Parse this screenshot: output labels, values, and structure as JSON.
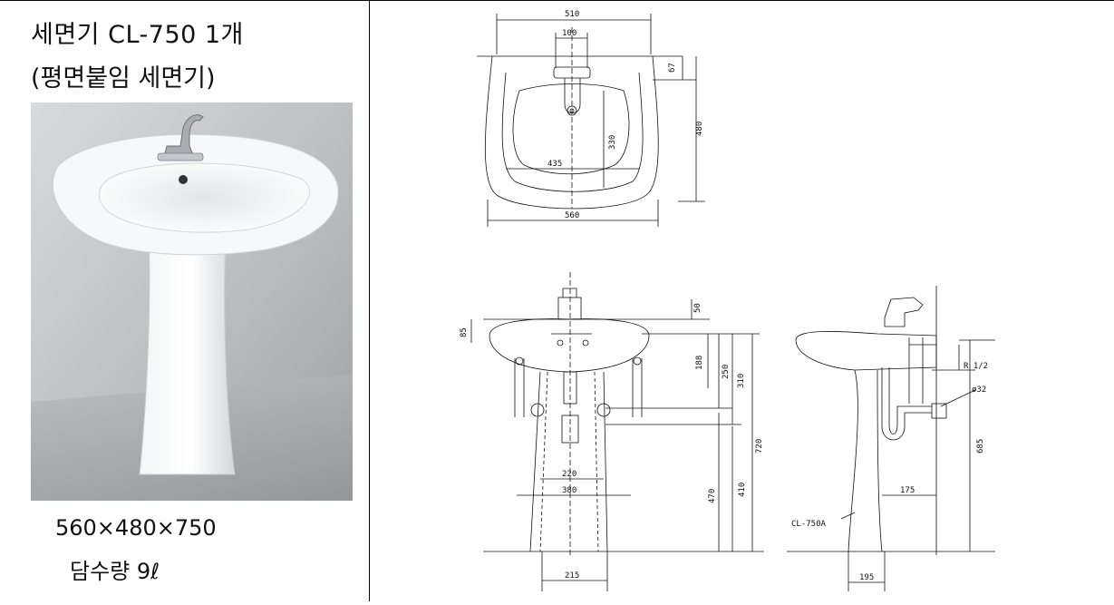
{
  "product": {
    "title_line1": "세면기 CL-750 1개",
    "title_line2": "(평면붙임 세면기)",
    "dimensions": "560×480×750",
    "water_capacity": "담수량 9ℓ"
  },
  "drawing": {
    "top_view": {
      "overall_width": "510",
      "tap_spacing": "100",
      "back_depth": "67",
      "overall_depth": "480",
      "basin_depth": "330",
      "basin_width": "435",
      "outer_width": "560"
    },
    "front_view": {
      "tap_height": "50",
      "rim_height": "85",
      "dim_188": "188",
      "dim_250": "250",
      "dim_310": "310",
      "dim_720": "720",
      "dim_470": "470",
      "dim_410": "410",
      "pedestal_inner": "220",
      "pedestal_outer": "380",
      "base_width": "215"
    },
    "side_view": {
      "supply_thread": "R 1/2",
      "drain_diameter": "ø32",
      "model_callout": "CL-750A",
      "drain_offset": "175",
      "total_height": "685",
      "base_depth": "195"
    }
  }
}
